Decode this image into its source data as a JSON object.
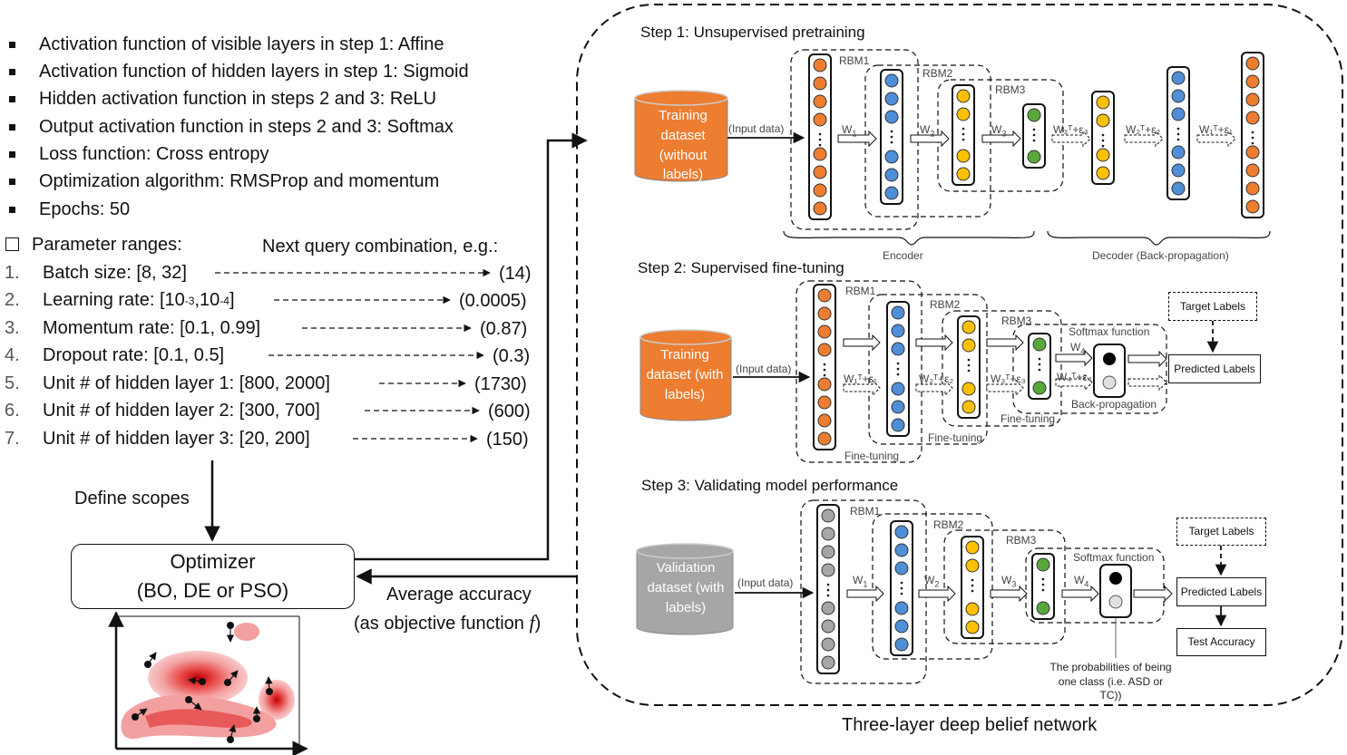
{
  "settings": [
    "Activation function of visible layers in step 1: Affine",
    "Activation function of hidden layers in step 1: Sigmoid",
    "Hidden activation function in steps 2 and 3: ReLU",
    "Output activation function in steps 2 and 3: Softmax",
    "Loss function: Cross entropy",
    "Optimization algorithm: RMSProp and momentum",
    "Epochs: 50"
  ],
  "params": {
    "heading": "Parameter ranges:",
    "next_heading": "Next query combination, e.g.:",
    "rows": [
      {
        "num": "1.",
        "label": "Batch size: [8, 32]",
        "value": "(14)"
      },
      {
        "num": "2.",
        "label": "Learning rate: [10",
        "value": "(0.0005)"
      },
      {
        "num": "3.",
        "label": "Momentum rate: [0.1, 0.99]",
        "value": "(0.87)"
      },
      {
        "num": "4.",
        "label": "Dropout rate: [0.1, 0.5]",
        "value": "(0.3)"
      },
      {
        "num": "5.",
        "label": "Unit # of hidden layer 1: [800, 2000]",
        "value": "(1730)"
      },
      {
        "num": "6.",
        "label": "Unit # of hidden layer 2: [300, 700]",
        "value": "(600)"
      },
      {
        "num": "7.",
        "label": "Unit # of hidden layer 3: [20, 200]",
        "value": "(150)"
      }
    ],
    "lr_exp1": "-3",
    "lr_mid": ",10",
    "lr_exp2": "-4",
    "lr_end": "]"
  },
  "define_scopes": "Define scopes",
  "optimizer": {
    "title": "Optimizer",
    "subtitle": "(BO, DE or PSO)"
  },
  "avg_accuracy": "Average accuracy",
  "objective": "(as objective function ",
  "objective_f": "f",
  "objective_end": ")",
  "dbn_title": "Three-layer deep belief network",
  "step1": {
    "title": "Step 1: Unsupervised pretraining",
    "dataset": "Training dataset (without labels)",
    "input": "(Input data)",
    "rbm1": "RBM1",
    "rbm2": "RBM2",
    "rbm3": "RBM3",
    "w1": "W",
    "w2": "W",
    "w3": "W",
    "encoder": "Encoder",
    "decoder": "Decoder (Back-propagation)",
    "d3": "W₃ᵀ+ε₃",
    "d2": "W₂ᵀ+ε₂",
    "d1": "W₁ᵀ+ε₁"
  },
  "step2": {
    "title": "Step 2: Supervised fine-tuning",
    "dataset": "Training dataset (with labels)",
    "input": "(Input data)",
    "rbm1": "RBM1",
    "rbm2": "RBM2",
    "rbm3": "RBM3",
    "softmax": "Softmax function",
    "w4": "W",
    "target": "Target Labels",
    "predicted": "Predicted Labels",
    "backprop": "Back-propagation",
    "fine1": "Fine-tuning",
    "fine2": "Fine-tuning",
    "fine3": "Fine-tuning",
    "b1": "W₁ᵀ+ε₁",
    "b2": "W₂ᵀ+ε₂",
    "b3": "W₃ᵀ+ε₃",
    "b4": "W₄ᵀ+ε₄"
  },
  "step3": {
    "title": "Step 3: Validating model performance",
    "dataset": "Validation dataset (with labels)",
    "input": "(Input data)",
    "rbm1": "RBM1",
    "rbm2": "RBM2",
    "rbm3": "RBM3",
    "softmax": "Softmax function",
    "target": "Target Labels",
    "predicted": "Predicted Labels",
    "test": "Test Accuracy",
    "prob": "The probabilities of being one class (i.e. ASD or TC))"
  },
  "colors": {
    "orange": "#ed7d31",
    "blue": "#4f8fd8",
    "yellow": "#ffc000",
    "green": "#5aa83c",
    "gray": "#a6a6a6",
    "dark": "#000000"
  }
}
